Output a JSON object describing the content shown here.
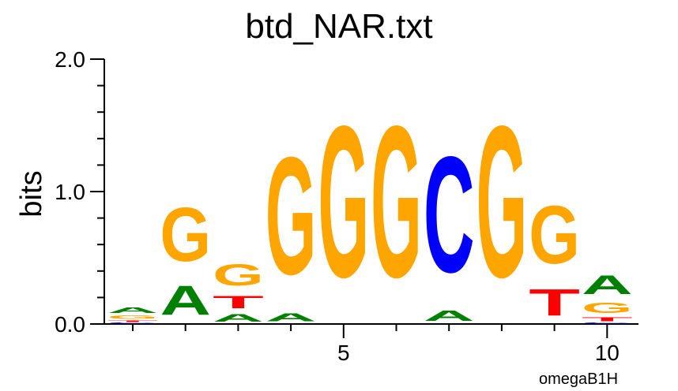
{
  "chart_data": {
    "type": "sequence_logo",
    "title": "btd_NAR.txt",
    "ylabel": "bits",
    "xlabel": "",
    "footer": "omegaB1H",
    "ylim": [
      0,
      2.0
    ],
    "y_ticks": [
      "0.0",
      "1.0",
      "2.0"
    ],
    "x_ticks": [
      "5",
      "10"
    ],
    "colors": {
      "A": "#008000",
      "C": "#0000ff",
      "G": "#ffa500",
      "T": "#ff0000"
    },
    "positions": [
      {
        "pos": 1,
        "letters": [
          {
            "l": "C",
            "h": 0.01
          },
          {
            "l": "T",
            "h": 0.02
          },
          {
            "l": "G",
            "h": 0.04
          },
          {
            "l": "A",
            "h": 0.07
          }
        ]
      },
      {
        "pos": 2,
        "letters": [
          {
            "l": "A",
            "h": 0.35
          },
          {
            "l": "G",
            "h": 0.65
          }
        ]
      },
      {
        "pos": 3,
        "letters": [
          {
            "l": "A",
            "h": 0.09
          },
          {
            "l": "T",
            "h": 0.15
          },
          {
            "l": "G",
            "h": 0.26
          }
        ]
      },
      {
        "pos": 4,
        "letters": [
          {
            "l": "A",
            "h": 0.1
          },
          {
            "l": "G",
            "h": 1.42
          }
        ]
      },
      {
        "pos": 5,
        "letters": [
          {
            "l": "G",
            "h": 1.83
          }
        ]
      },
      {
        "pos": 6,
        "letters": [
          {
            "l": "G",
            "h": 1.83
          }
        ]
      },
      {
        "pos": 7,
        "letters": [
          {
            "l": "A",
            "h": 0.12
          },
          {
            "l": "C",
            "h": 1.4
          }
        ]
      },
      {
        "pos": 8,
        "letters": [
          {
            "l": "G",
            "h": 1.83
          }
        ]
      },
      {
        "pos": 9,
        "letters": [
          {
            "l": "T",
            "h": 0.32
          },
          {
            "l": "G",
            "h": 0.7
          }
        ]
      },
      {
        "pos": 10,
        "letters": [
          {
            "l": "C",
            "h": 0.01
          },
          {
            "l": "T",
            "h": 0.05
          },
          {
            "l": "G",
            "h": 0.12
          },
          {
            "l": "A",
            "h": 0.23
          }
        ]
      }
    ]
  }
}
